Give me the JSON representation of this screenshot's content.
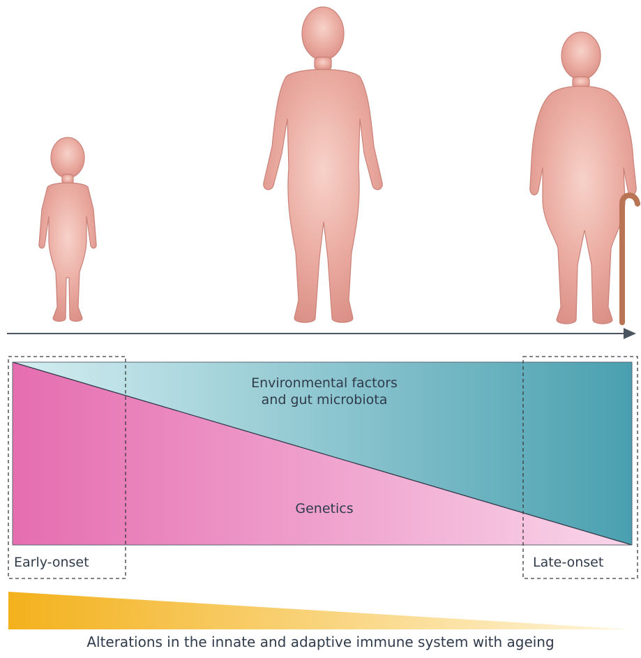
{
  "diagram": {
    "life_stages": [
      "child",
      "adult",
      "elderly-with-cane"
    ],
    "environment_label_line1": "Environmental factors",
    "environment_label_line2": "and gut microbiota",
    "genetics_label": "Genetics",
    "early_onset_label": "Early-onset",
    "late_onset_label": "Late-onset",
    "immune_caption": "Alterations in the innate and adaptive immune system with ageing",
    "colors": {
      "skin": "#e8a59c",
      "skin_highlight": "#f6cfc6",
      "skin_edge": "#c98178",
      "cane": "#b87454",
      "genetics_dark": "#e36aaf",
      "genetics_light": "#f9d3e8",
      "environment_light": "#c4e6ea",
      "environment_dark": "#4ea3b2",
      "immune_dark": "#f2b21f",
      "immune_light": "#fdf1cc",
      "arrow": "#4a5560"
    }
  }
}
